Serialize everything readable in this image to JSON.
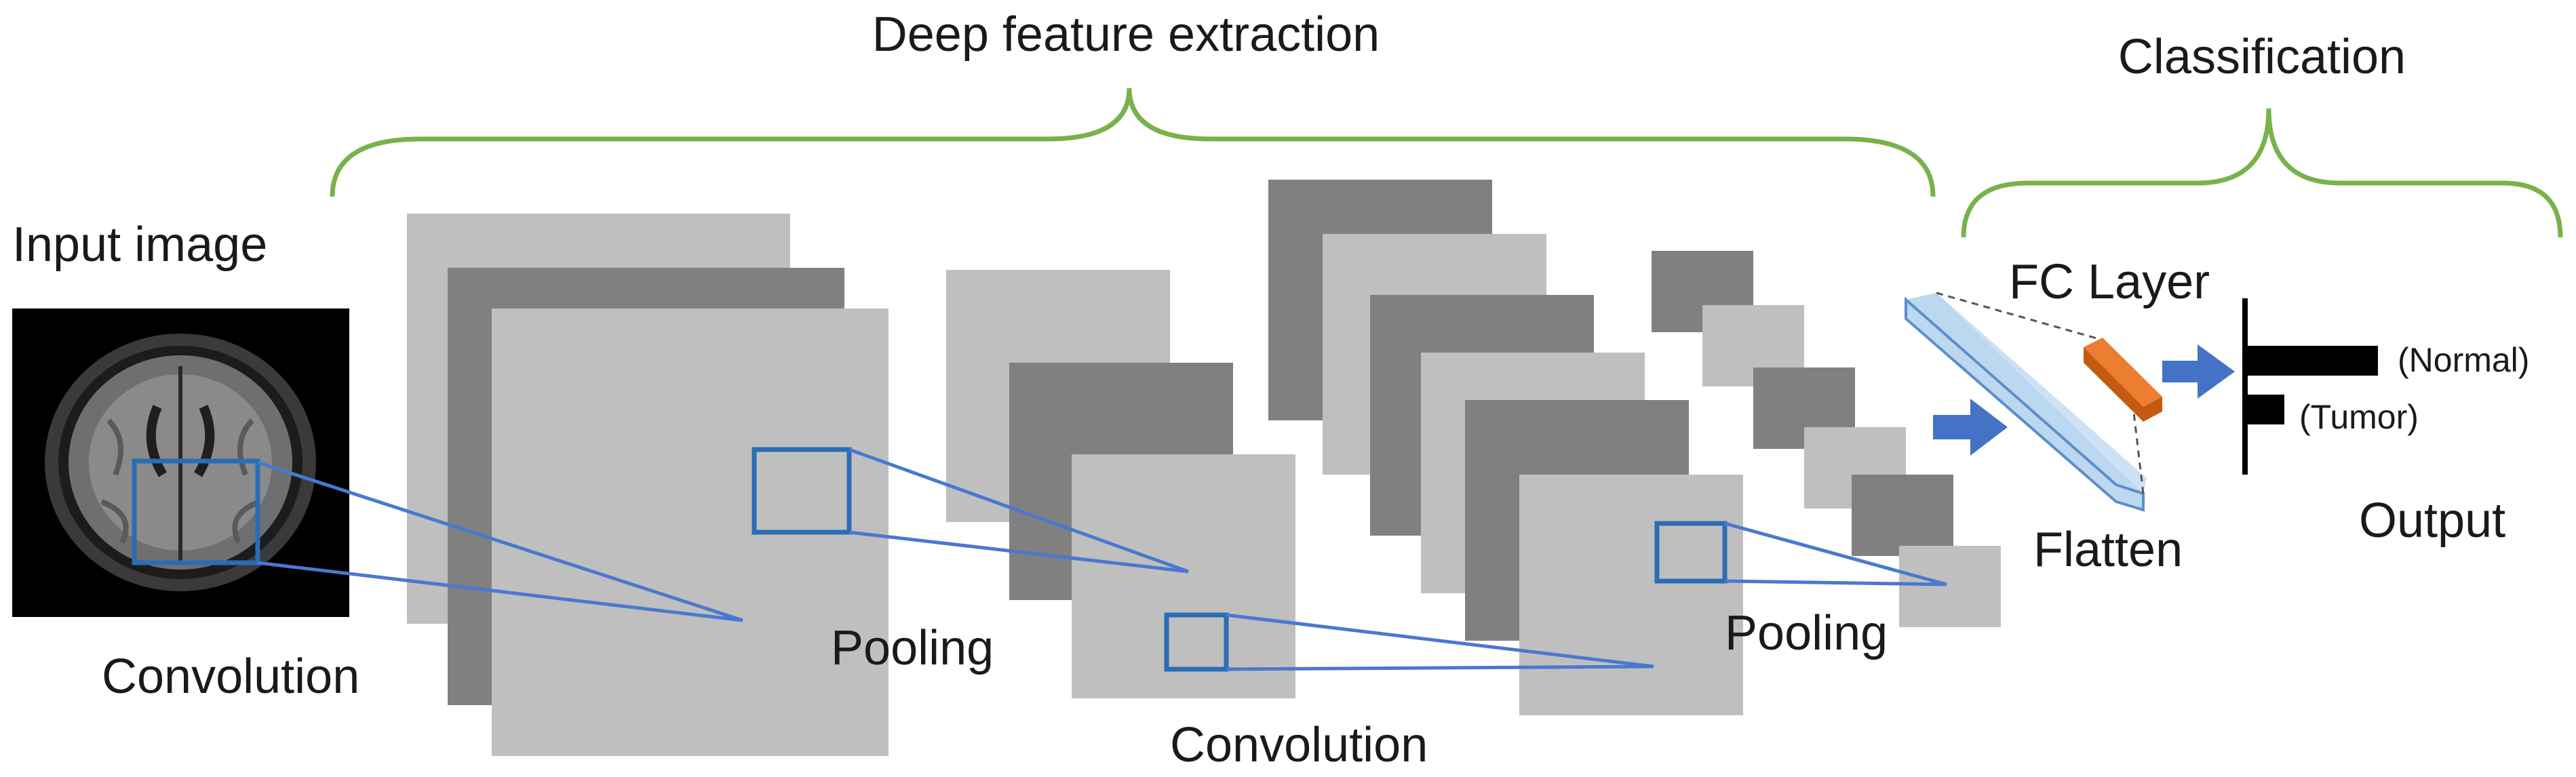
{
  "labels": {
    "deep_feature_extraction": "Deep feature extraction",
    "classification": "Classification",
    "input_image": "Input image",
    "convolution_1": "Convolution",
    "pooling_1": "Pooling",
    "convolution_2": "Convolution",
    "pooling_2": "Pooling",
    "fc_layer": "FC Layer",
    "flatten": "Flatten",
    "output": "Output",
    "output_normal": "(Normal)",
    "output_tumor": "(Tumor)"
  },
  "output_bars": {
    "normal": 0.96,
    "tumor": 0.27
  },
  "colors": {
    "brace": "#77b24a",
    "light_map": "#bfbfbf",
    "dark_map": "#808080",
    "kernel": "#2a6db5",
    "connector": "#4a78d0",
    "arrow": "#4472c4",
    "flatten_fill": "#bcd7f0",
    "flatten_edge": "#5b8fc6",
    "fc_fill": "#ed7d31",
    "fc_edge": "#c55a11",
    "bar": "#000000"
  },
  "icons": {
    "input_image": "brain-mri-scan",
    "arrow": "right-block-arrow"
  }
}
